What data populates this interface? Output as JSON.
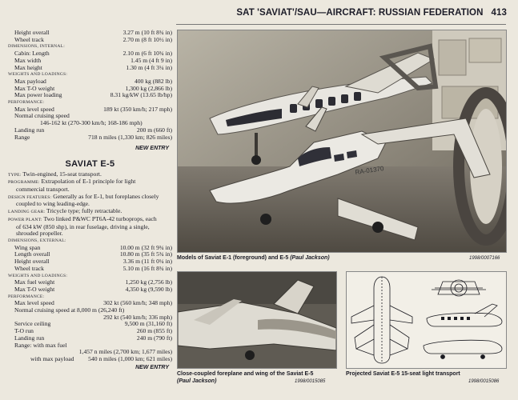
{
  "header": {
    "title": "SAT 'SAVIAT'/SAU—AIRCRAFT: RUSSIAN FEDERATION",
    "page_number": "413"
  },
  "e1_specs": {
    "dims_rows": [
      {
        "k": "Height overall",
        "v": "3.27 m (10 ft 8¾ in)"
      },
      {
        "k": "Wheel track",
        "v": "2.70 m (8 ft 10½ in)"
      }
    ],
    "internal_heading": "DIMENSIONS, INTERNAL:",
    "internal_rows": [
      {
        "k": "Cabin: Length",
        "v": "2.10 m (6 ft 10¾ in)"
      },
      {
        "k": "Max width",
        "v": "1.45 m (4 ft 9 in)"
      },
      {
        "k": "Max height",
        "v": "1.30 m (4 ft 3¼ in)"
      }
    ],
    "weights_heading": "WEIGHTS AND LOADINGS:",
    "weights_rows": [
      {
        "k": "Max payload",
        "v": "400 kg (882 lb)"
      },
      {
        "k": "Max T-O weight",
        "v": "1,300 kg (2,866 lb)"
      },
      {
        "k": "Max power loading",
        "v": "8.31 kg/kW (13.65 lb/hp)"
      }
    ],
    "perf_heading": "PERFORMANCE:",
    "perf_rows": [
      {
        "k": "Max level speed",
        "v": "189 kt (350 km/h; 217 mph)"
      },
      {
        "k": "Normal cruising speed",
        "v": ""
      }
    ],
    "cruise_cont": "146-162 kt (270-300 km/h; 168-186 mph)",
    "perf_rows2": [
      {
        "k": "Landing run",
        "v": "200 m (660 ft)"
      },
      {
        "k": "Range",
        "v": "718 n miles (1,330 km; 826 miles)"
      }
    ],
    "new_entry": "NEW ENTRY"
  },
  "e5": {
    "title": "SAVIAT E-5",
    "type_label": "TYPE:",
    "type_text": "Twin-engined, 15-seat transport.",
    "programme_label": "PROGRAMME:",
    "programme_text": "Extrapolation of E-1 principle for light",
    "programme_cont": "commercial transport.",
    "design_label": "DESIGN FEATURES:",
    "design_text": "Generally as for E-1, but foreplanes closely",
    "design_cont": "coupled to wing leading-edge.",
    "gear_label": "LANDING GEAR:",
    "gear_text": "Tricycle type; fully retractable.",
    "power_label": "POWER PLANT:",
    "power_text": "Two linked P&WC PT6A-42 turboprops, each",
    "power_cont1": "of 634 kW (850 shp), in rear fuselage, driving a single,",
    "power_cont2": "shrouded propeller.",
    "ext_heading": "DIMENSIONS, EXTERNAL:",
    "ext_rows": [
      {
        "k": "Wing span",
        "v": "10.00 m (32 ft 9¾ in)"
      },
      {
        "k": "Length overall",
        "v": "10.80 m (35 ft 5¾ in)"
      },
      {
        "k": "Height overall",
        "v": "3.36 m (11 ft 0¼ in)"
      },
      {
        "k": "Wheel track",
        "v": "5.10 m (16 ft 8¾ in)"
      }
    ],
    "weights_heading": "WEIGHTS AND LOADINGS:",
    "weights_rows": [
      {
        "k": "Max fuel weight",
        "v": "1,250 kg (2,756 lb)"
      },
      {
        "k": "Max T-O weight",
        "v": "4,350 kg (9,590 lb)"
      }
    ],
    "perf_heading": "PERFORMANCE:",
    "perf_row1": {
      "k": "Max level speed",
      "v": "302 kt (560 km/h; 348 mph)"
    },
    "cruise_line": "Normal cruising speed at 8,000 m (26,240 ft)",
    "cruise_cont": "292 kt (540 km/h; 336 mph)",
    "perf_rows2": [
      {
        "k": "Service ceiling",
        "v": "9,500 m (31,160 ft)"
      },
      {
        "k": "T-O run",
        "v": "260 m (855 ft)"
      },
      {
        "k": "Landing run",
        "v": "240 m (790 ft)"
      }
    ],
    "range_line": "Range: with max fuel",
    "range_cont": "1,457 n miles (2,700 km; 1,677 miles)",
    "range_payload_k": "with max payload",
    "range_payload_v": "540 n miles (1,000 km; 621 miles)",
    "new_entry": "NEW ENTRY"
  },
  "figures": {
    "main_caption": "Models of Saviat E-1 (foreground) and E-5",
    "main_credit": "(Paul Jackson)",
    "main_ref": "1998/0007166",
    "model_reg": "RA-01370",
    "left_caption_1": "Close-coupled foreplane and wing of the Saviat E-5",
    "left_caption_2": "(Paul Jackson)",
    "left_ref": "1998/0015085",
    "right_caption": "Projected Saviat E-5 15-seat light transport",
    "right_ref": "1998/0015086"
  }
}
